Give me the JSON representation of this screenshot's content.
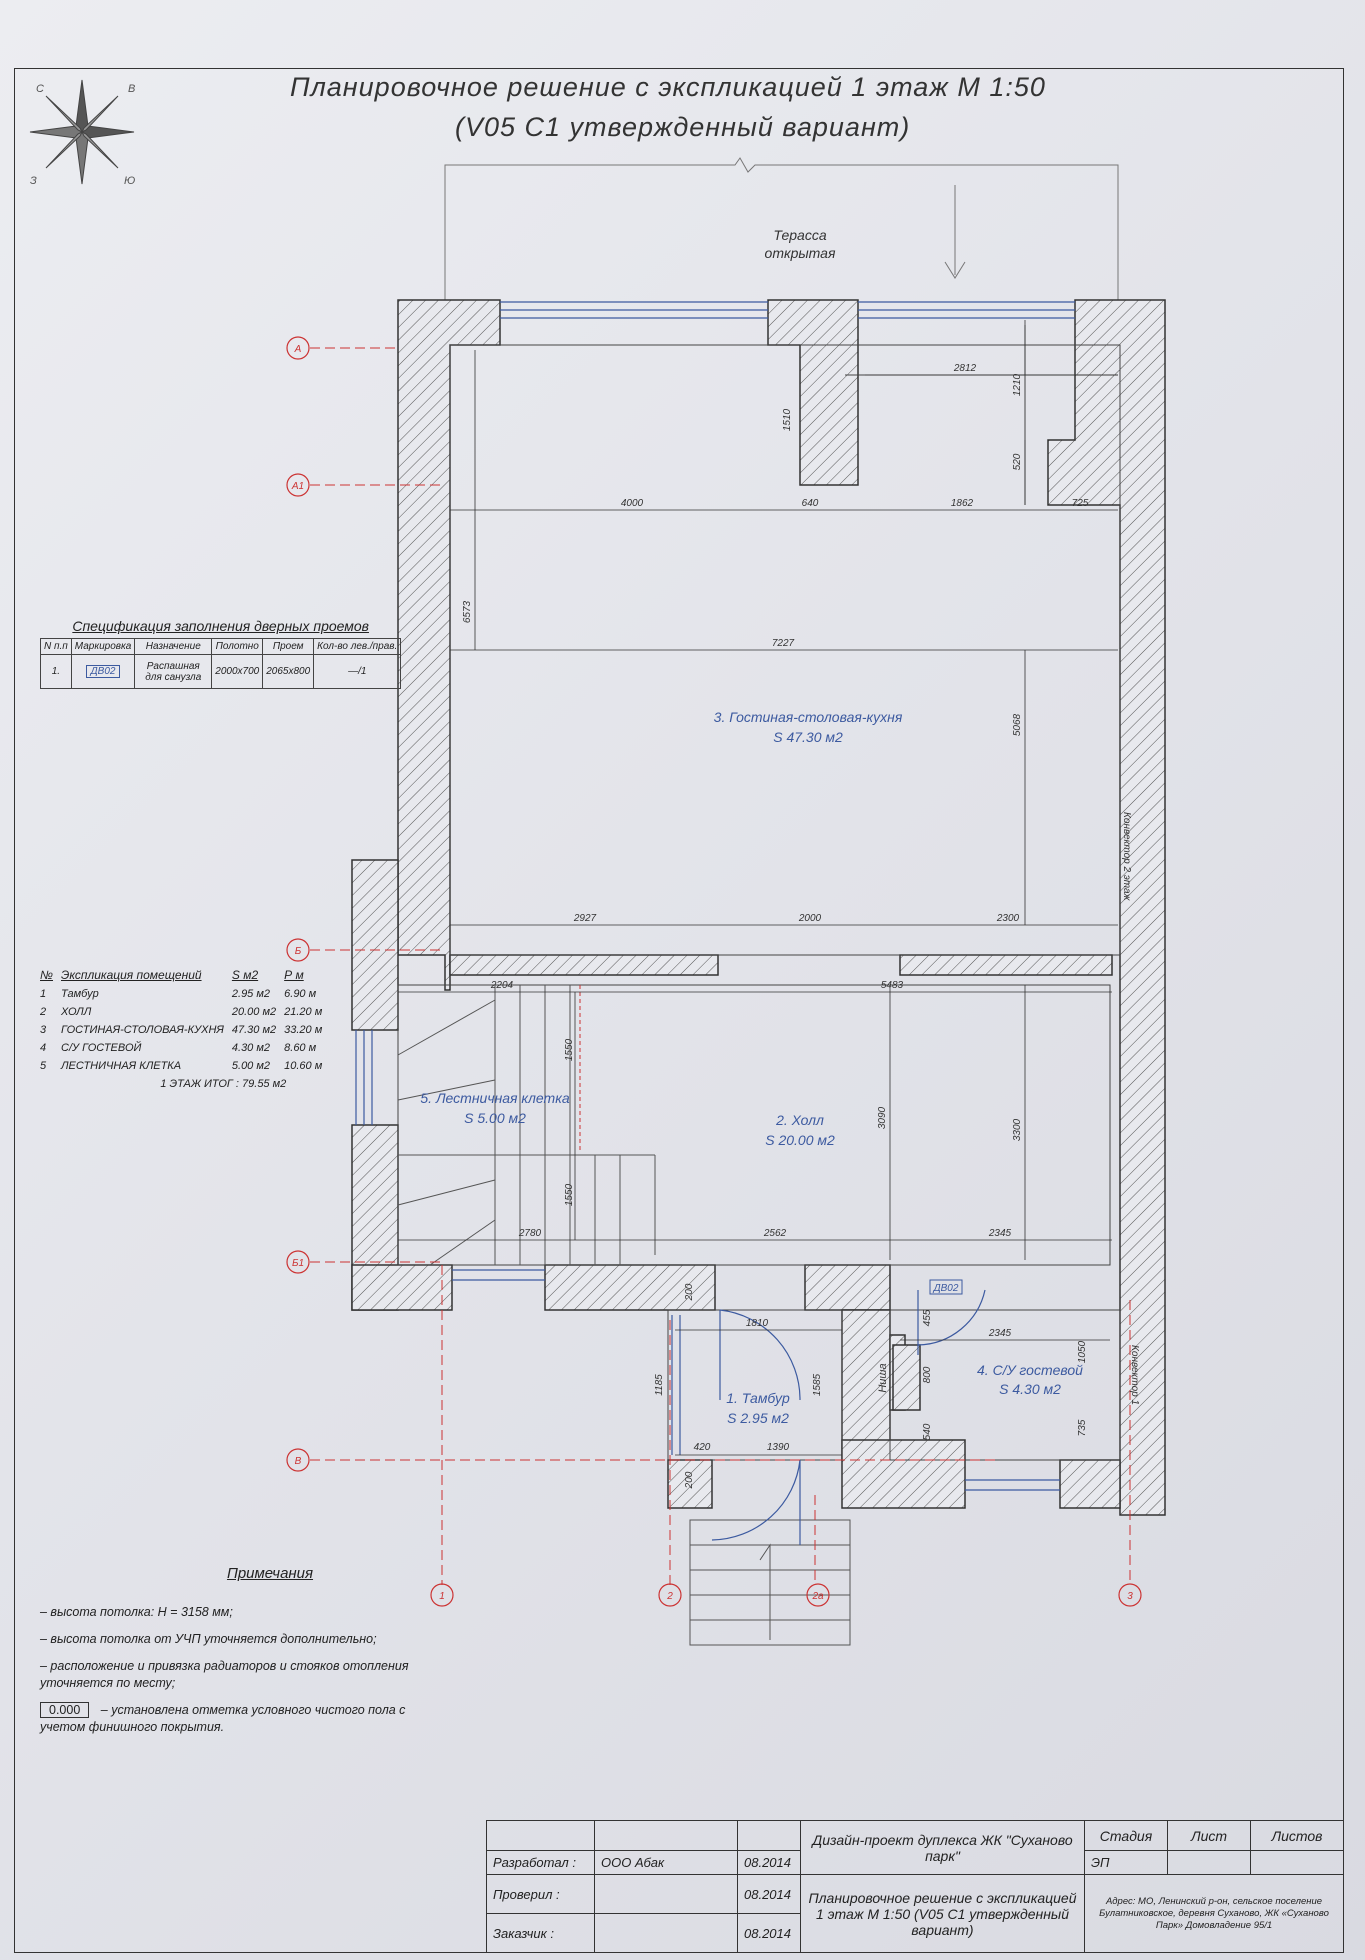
{
  "title": {
    "line1": "Планировочное решение с экспликацией 1 этаж М 1:50",
    "line2": "(V05 C1 утвержденный вариант)"
  },
  "compass": {
    "labels": [
      "С",
      "Ю",
      "В",
      "З"
    ]
  },
  "terrace": {
    "line1": "Терасса",
    "line2": "открытая"
  },
  "door_spec": {
    "heading": "Спецификация заполнения дверных проемов",
    "columns": [
      "N п.п",
      "Маркировка",
      "Назначение",
      "Полотно",
      "Проем",
      "Кол-во лев./прав."
    ],
    "rows": [
      {
        "n": "1.",
        "mark": "ДВ02",
        "purpose": "Распашная для санузла",
        "leaf": "2000х700",
        "opening": "2065х800",
        "qty": "—/1"
      }
    ]
  },
  "explication": {
    "columns": [
      "№",
      "Экспликация помещений",
      "S м2",
      "Р м"
    ],
    "rows": [
      {
        "n": "1",
        "name": "Тамбур",
        "s": "2.95 м2",
        "p": "6.90 м"
      },
      {
        "n": "2",
        "name": "ХОЛЛ",
        "s": "20.00 м2",
        "p": "21.20 м"
      },
      {
        "n": "3",
        "name": "ГОСТИНАЯ-СТОЛОВАЯ-КУХНЯ",
        "s": "47.30 м2",
        "p": "33.20 м"
      },
      {
        "n": "4",
        "name": "С/У ГОСТЕВОЙ",
        "s": "4.30 м2",
        "p": "8.60 м"
      },
      {
        "n": "5",
        "name": "ЛЕСТНИЧНАЯ КЛЕТКА",
        "s": "5.00 м2",
        "p": "10.60 м"
      }
    ],
    "total": "1 ЭТАЖ ИТОГ : 79.55 м2"
  },
  "rooms": [
    {
      "name": "3. Гостиная-столовая-кухня",
      "area": "S 47.30 м2"
    },
    {
      "name": "2. Холл",
      "area": "S 20.00 м2"
    },
    {
      "name": "5. Лестничная клетка",
      "area": "S 5.00 м2"
    },
    {
      "name": "1. Тамбур",
      "area": "S 2.95 м2"
    },
    {
      "name": "4. С/У гостевой",
      "area": "S 4.30 м2"
    }
  ],
  "dimensions": [
    "2812",
    "1210",
    "1510",
    "520",
    "4000",
    "640",
    "1862",
    "725",
    "6573",
    "7227",
    "5068",
    "2927",
    "2000",
    "2300",
    "2204",
    "5483",
    "1550",
    "1550",
    "3090",
    "3300",
    "2780",
    "2562",
    "2345",
    "1810",
    "1185",
    "1585",
    "200",
    "200",
    "420",
    "1390",
    "455",
    "800",
    "540",
    "2345",
    "1050",
    "735"
  ],
  "axes": [
    "А",
    "А1",
    "Б",
    "Б1",
    "В",
    "1",
    "2",
    "2а",
    "3"
  ],
  "misc_labels": {
    "door_tag": "ДВ02",
    "niche": "Ниша",
    "konv1": "Конвектор 1",
    "konv2": "Конвектор 2 этаж"
  },
  "notes": {
    "heading": "Примечания",
    "items": [
      "– высота потолка: H = 3158 мм;",
      "– высота потолка от УЧП уточняется дополнительно;",
      "– расположение и привязка радиаторов и стояков отопления уточняется по месту;"
    ],
    "level_mark": "0.000",
    "level_text": "– установлена отметка условного чистого пола с учетом финишного покрытия."
  },
  "stamp": {
    "developed_label": "Разработал :",
    "developed_by": "ООО Абак",
    "developed_date": "08.2014",
    "checked_label": "Проверил :",
    "checked_date": "08.2014",
    "customer_label": "Заказчик :",
    "customer_date": "08.2014",
    "project": "Дизайн-проект дуплекса ЖК \"Суханово парк\"",
    "sheet_title": "Планировочное решение с экспликацией 1 этаж М 1:50 (V05 C1 утвержденный вариант)",
    "stage_label": "Стадия",
    "sheet_label": "Лист",
    "sheets_label": "Листов",
    "stage": "ЭП",
    "address": "Адрес: МО, Ленинский р-он, сельское поселение Булатниковское, деревня Суханово, ЖК «Суханово Парк» Домовладение 95/1"
  }
}
